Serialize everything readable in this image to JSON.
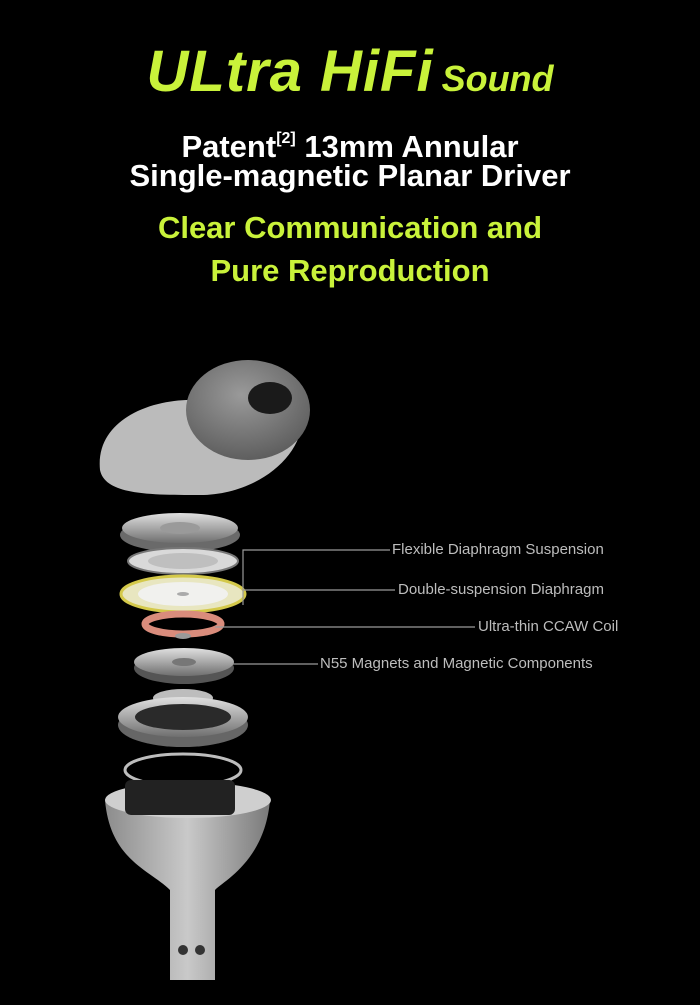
{
  "header": {
    "title_main": "ULtra HiFi",
    "title_suffix": "Sound",
    "line1_prefix": "Patent",
    "line1_sup": "[2]",
    "line1_rest": " 13mm Annular",
    "line2": "Single-magnetic Planar Driver",
    "tagline1": "Clear Communication and",
    "tagline2": "Pure Reproduction"
  },
  "components": [
    {
      "label": "Flexible Diaphragm Suspension"
    },
    {
      "label": "Double-suspension Diaphragm"
    },
    {
      "label": "Ultra-thin CCAW Coil"
    },
    {
      "label": "N55 Magnets and Magnetic Components"
    }
  ],
  "colors": {
    "accent": "#c9f23a",
    "background": "#000000",
    "text": "#ffffff",
    "label": "#bdbdbd"
  }
}
